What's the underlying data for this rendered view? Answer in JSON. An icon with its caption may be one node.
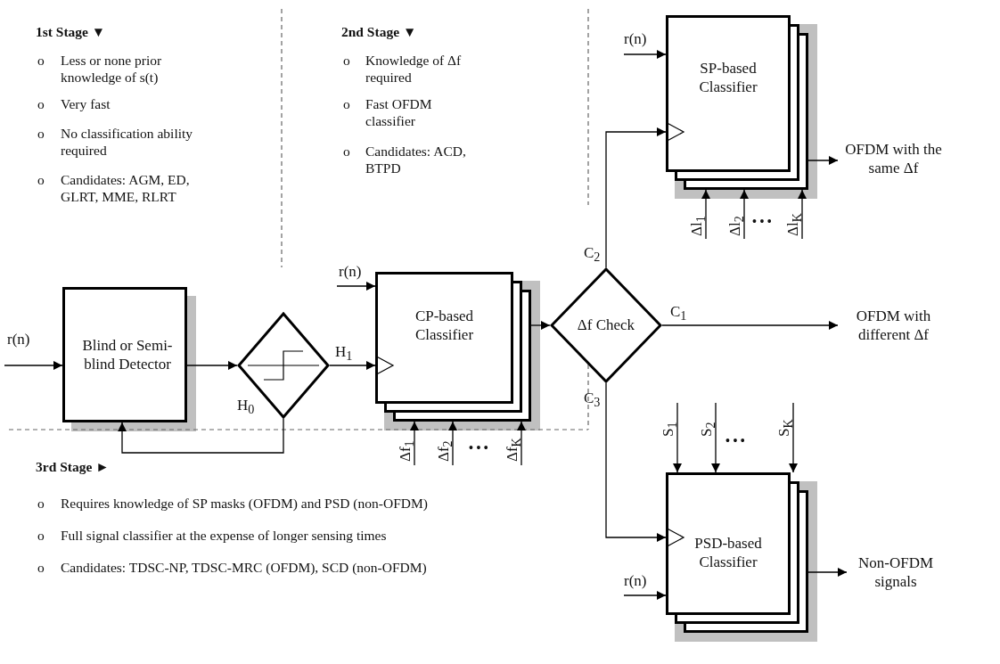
{
  "diagram": {
    "nodes": [
      {
        "text": [
          "Blind or Semi-blind Detector"
        ]
      },
      {
        "text": [],
        "shape": "diamond"
      },
      {
        "text": [
          "CP-based Classifier"
        ]
      },
      {
        "text": [
          "Δf Check"
        ]
      },
      {
        "text": [
          "SP-based Classifier"
        ]
      },
      {
        "text": [
          "PSD-based Classifier"
        ]
      },
      {
        "text": [
          "OFDM with the same Δf"
        ]
      },
      {
        "text": [
          "OFDM with different Δf"
        ]
      },
      {
        "text": [
          "Non-OFDM signals"
        ]
      }
    ],
    "edges": [
      {
        "from": null,
        "to": 0,
        "arrow": "to",
        "label": "r(n)"
      },
      {
        "from": 0,
        "to": 1,
        "arrow": "to"
      },
      {
        "from": 1,
        "to": 2,
        "arrow": "to",
        "label": "H$_{1}$"
      },
      {
        "from": 1,
        "to": 0,
        "arrow": "to",
        "label": "H$_{0}$"
      },
      {
        "from": null,
        "to": 2,
        "arrow": "to",
        "label": "r(n)"
      },
      {
        "from": null,
        "to": 2,
        "arrow": "to",
        "label": "Δf$_{1}$"
      },
      {
        "from": null,
        "to": 2,
        "arrow": "to",
        "label": "Δf$_{2}$"
      },
      {
        "from": null,
        "to": 2,
        "arrow": "to",
        "label": "Δf$_{K}$"
      },
      {
        "from": 2,
        "to": 3,
        "arrow": "to"
      },
      {
        "from": 3,
        "to": 4,
        "arrow": "to",
        "label": "C$_{2}$"
      },
      {
        "from": 3,
        "to": 7,
        "arrow": "to",
        "label": "C$_{1}$"
      },
      {
        "from": 3,
        "to": 5,
        "arrow": "to",
        "label": "C$_{3}$"
      },
      {
        "from": null,
        "to": 4,
        "arrow": "to",
        "label": "r(n)"
      },
      {
        "from": null,
        "to": 4,
        "arrow": "to",
        "label": "Δl$_{1}$"
      },
      {
        "from": null,
        "to": 4,
        "arrow": "to",
        "label": "Δl$_{2}$"
      },
      {
        "from": null,
        "to": 4,
        "arrow": "to",
        "label": "Δl$_{K}$"
      },
      {
        "from": 4,
        "to": 6,
        "arrow": "to"
      },
      {
        "from": null,
        "to": 5,
        "arrow": "to",
        "label": "S$_{1}$"
      },
      {
        "from": null,
        "to": 5,
        "arrow": "to",
        "label": "S$_{2}$"
      },
      {
        "from": null,
        "to": 5,
        "arrow": "to",
        "label": "S$_{K}$"
      },
      {
        "from": null,
        "to": 5,
        "arrow": "to",
        "label": "r(n)"
      },
      {
        "from": 5,
        "to": 8,
        "arrow": "to"
      }
    ],
    "labels": [
      "1st Stage ▼",
      "o",
      "Less or none prior knowledge of s(t)",
      "o",
      "Very fast",
      "o",
      "No classification ability required",
      "o",
      "Candidates: AGM, ED, GLRT, MME, RLRT",
      "2nd Stage ▼",
      "o",
      "Knowledge of Δf required",
      "o",
      "Fast OFDM classifier",
      "o",
      "Candidates: ACD, BTPD",
      "• • •",
      "• • •",
      "• • •",
      "3rd Stage ►",
      "o",
      "Requires knowledge of SP masks (OFDM) and PSD (non-OFDM)",
      "o",
      "Full signal classifier at the expense of longer sensing times",
      "o",
      "Candidates: TDSC-NP, TDSC-MRC (OFDM), SCD (non-OFDM)"
    ]
  }
}
